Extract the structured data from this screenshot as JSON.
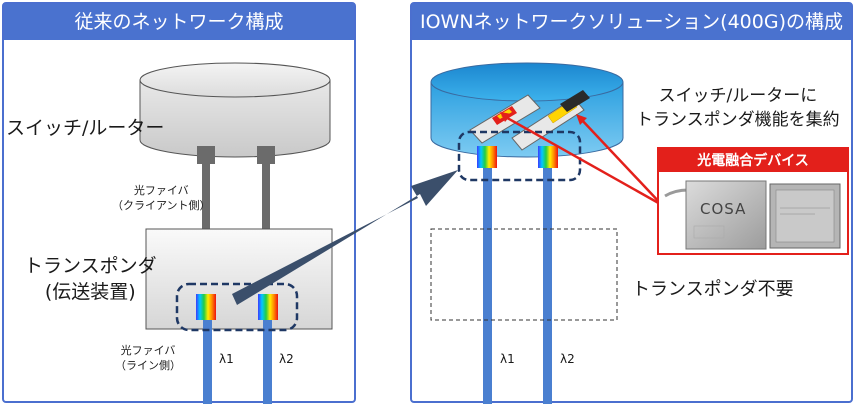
{
  "left_panel": {
    "title": "従来のネットワーク構成",
    "switch_label": "スイッチ/ルーター",
    "client_fiber_label_1": "光ファイバ",
    "client_fiber_label_2": "（クライアント側）",
    "transponder_label_1": "トランスポンダ",
    "transponder_label_2": "(伝送装置)",
    "line_fiber_label_1": "光ファイバ",
    "line_fiber_label_2": "（ライン側）",
    "lambda_1": "λ1",
    "lambda_2": "λ2"
  },
  "right_panel": {
    "title": "IOWNネットワークソリューション(400G)の構成",
    "caption_line_1": "スイッチ/ルーターに",
    "caption_line_2": "トランスポンダ機能を集約",
    "device_box_title": "光電融合デバイス",
    "cosa_label": "COSA",
    "transponder_unneeded": "トランスポンダ不要",
    "lambda_1": "λ1",
    "lambda_2": "λ2"
  },
  "colors": {
    "header_blue": "#4a72cf",
    "fiber_blue": "#4a7fd0",
    "dashed_navy": "#1f3864",
    "arrow_navy": "#3b4f6b",
    "callout_red": "#e3201b",
    "cylinder_cyan": "#2fa9e6"
  }
}
